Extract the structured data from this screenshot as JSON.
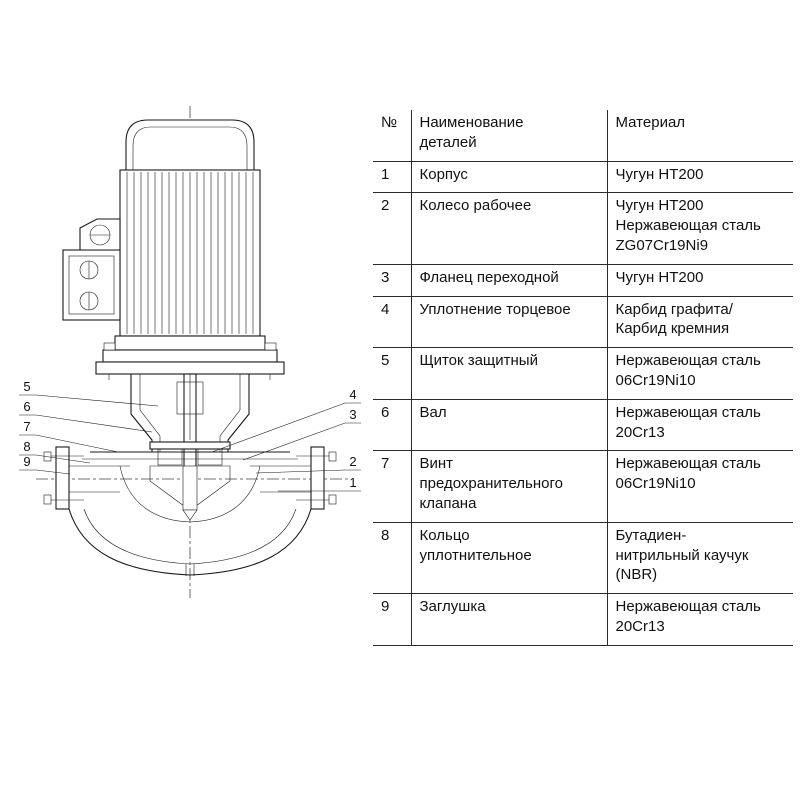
{
  "diagram": {
    "callouts": [
      "5",
      "6",
      "7",
      "8",
      "9",
      "4",
      "3",
      "2",
      "1"
    ]
  },
  "table": {
    "headers": {
      "num": "№",
      "name": "Наименование\nдеталей",
      "material": "Материал"
    },
    "rows": [
      {
        "num": "1",
        "name": "Корпус",
        "material": "Чугун HT200"
      },
      {
        "num": "2",
        "name": "Колесо рабочее",
        "material": "Чугун HT200\nНержавеющая сталь\nZG07Cr19Ni9"
      },
      {
        "num": "3",
        "name": "Фланец переходной",
        "material": "Чугун HT200"
      },
      {
        "num": "4",
        "name": "Уплотнение торцевое",
        "material": "Карбид графита/\nКарбид кремния"
      },
      {
        "num": "5",
        "name": "Щиток защитный",
        "material": "Нержавеющая сталь\n06Cr19Ni10"
      },
      {
        "num": "6",
        "name": "Вал",
        "material": "Нержавеющая сталь\n20Cr13"
      },
      {
        "num": "7",
        "name": "Винт\nпредохранительного\nклапана",
        "material": "Нержавеющая сталь\n06Cr19Ni10"
      },
      {
        "num": "8",
        "name": "Кольцо\nуплотнительное",
        "material": "Бутадиен-\nнитрильный каучук\n(NBR)"
      },
      {
        "num": "9",
        "name": "Заглушка",
        "material": "Нержавеющая сталь\n20Cr13"
      }
    ]
  }
}
